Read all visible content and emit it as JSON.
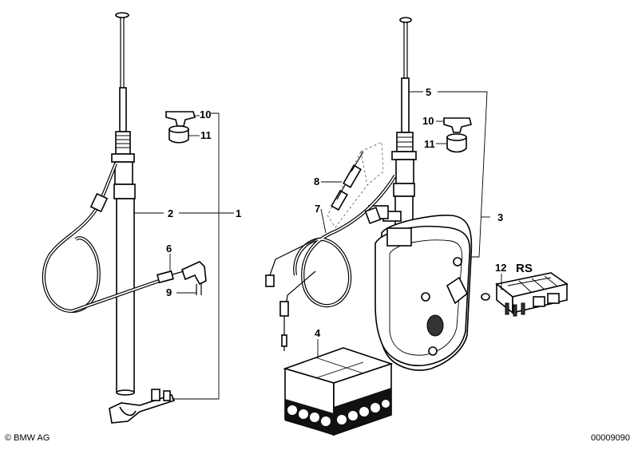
{
  "callouts": {
    "c1": "1",
    "c2": "2",
    "c3": "3",
    "c4": "4",
    "c5": "5",
    "c6": "6",
    "c7": "7",
    "c8": "8",
    "c9": "9",
    "c10a": "10",
    "c11a": "11",
    "c10b": "10",
    "c11b": "11",
    "c12": "12",
    "rs": "RS"
  },
  "footer": {
    "copyright": "© BMW AG",
    "diagram_number": "00009090"
  }
}
